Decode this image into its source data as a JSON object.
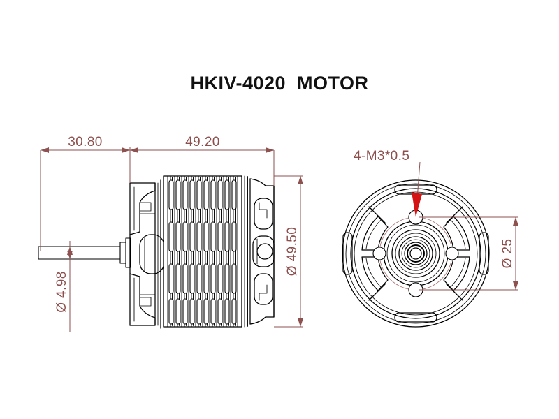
{
  "drawing": {
    "title": "HKIV-4020  MOTOR",
    "sheet_background": "#ffffff",
    "line_color": "#000000",
    "dimension_color": "#8d4f4d",
    "annotation_arrow_color": "#d41414"
  },
  "dimensions": {
    "shaft_length": {
      "label": "30.80",
      "orientation": "horizontal"
    },
    "body_length": {
      "label": "49.20",
      "orientation": "horizontal"
    },
    "body_diameter": {
      "label": "Ø 49.50",
      "orientation": "vertical"
    },
    "shaft_diameter": {
      "label": "Ø 4.98",
      "orientation": "vertical"
    },
    "bolt_circle_diameter": {
      "label": "Ø 25",
      "orientation": "vertical"
    }
  },
  "annotations": {
    "mounting_thread": {
      "label": "4-M3*0.5"
    }
  },
  "views": {
    "side_view": {
      "name": "side-elevation"
    },
    "front_view": {
      "name": "front-elevation"
    }
  }
}
